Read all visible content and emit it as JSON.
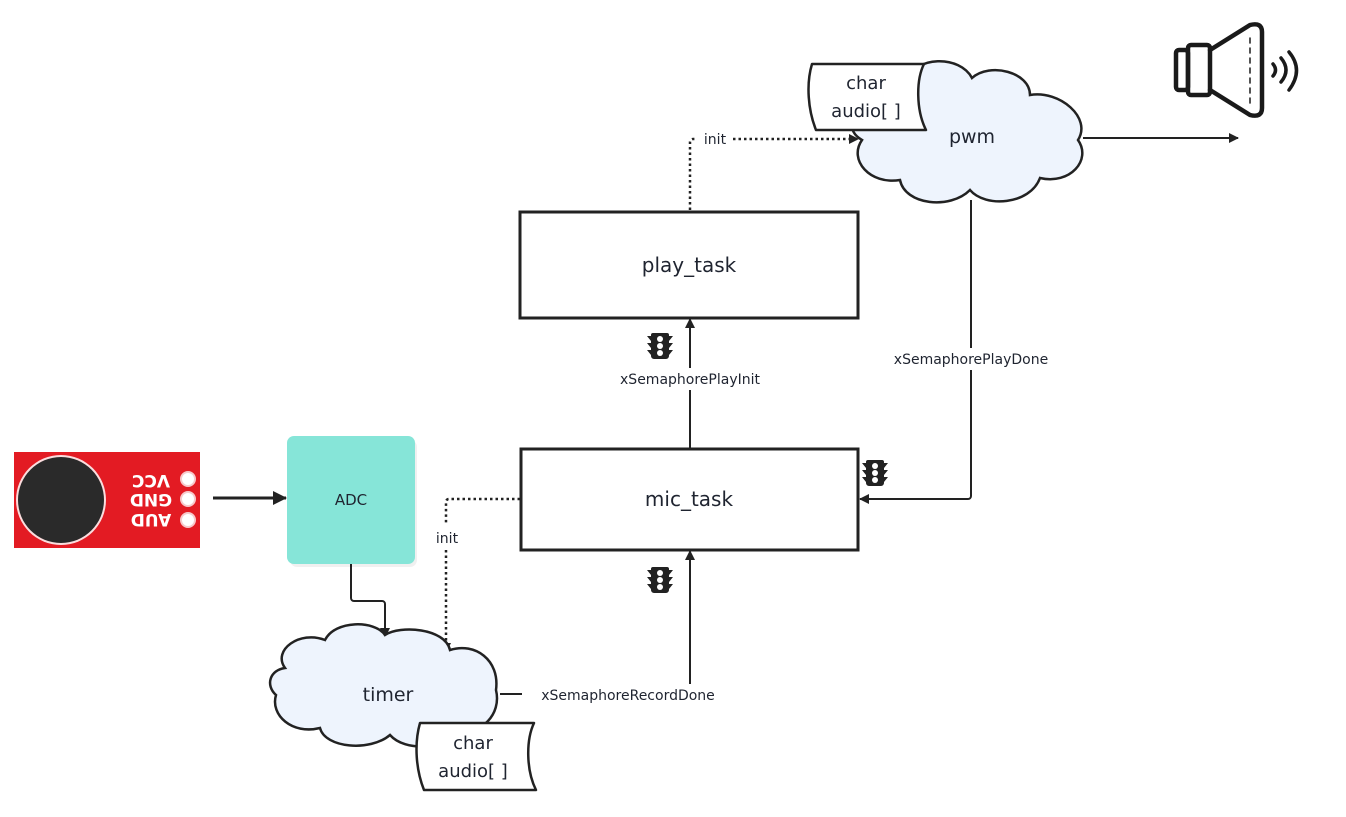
{
  "diagram": {
    "nodes": {
      "play_task": {
        "label": "play_task",
        "shape": "rectangle"
      },
      "mic_task": {
        "label": "mic_task",
        "shape": "rectangle"
      },
      "adc": {
        "label": "ADC",
        "shape": "rounded-square",
        "fill": "#86e5d8"
      },
      "pwm": {
        "label": "pwm",
        "shape": "cloud",
        "fill": "#eef4fd"
      },
      "timer": {
        "label": "timer",
        "shape": "cloud",
        "fill": "#eef4fd"
      },
      "pwm_buffer": {
        "line1": "char",
        "line2": "audio[ ]",
        "shape": "document"
      },
      "timer_buffer": {
        "line1": "char",
        "line2": "audio[ ]",
        "shape": "document"
      },
      "microphone": {
        "semantic": "microphone-breakout-board-icon",
        "pins": [
          "VCC",
          "GND",
          "AUD"
        ],
        "board_color": "#e31b23"
      },
      "speaker": {
        "semantic": "speaker-icon"
      }
    },
    "edges": {
      "play_init_pwm": {
        "label": "init",
        "style": "dotted",
        "from": "play_task",
        "to": "pwm"
      },
      "mic_init_timer": {
        "label": "init",
        "style": "dotted",
        "from": "mic_task",
        "to": "timer"
      },
      "play_init_sem": {
        "label": "xSemaphorePlayInit",
        "style": "solid",
        "from": "mic_task",
        "to": "play_task",
        "icon": "traffic-light-icon"
      },
      "play_done_sem": {
        "label": "xSemaphorePlayDone",
        "style": "solid",
        "from": "pwm",
        "to": "mic_task",
        "icon": "traffic-light-icon"
      },
      "record_done_sem": {
        "label": "xSemaphoreRecordDone",
        "style": "solid",
        "from": "timer",
        "to": "mic_task",
        "icon": "traffic-light-icon"
      },
      "mic_to_adc": {
        "label": "",
        "style": "solid",
        "from": "microphone",
        "to": "adc"
      },
      "adc_to_timer": {
        "label": "",
        "style": "solid",
        "from": "adc",
        "to": "timer"
      },
      "pwm_to_speaker": {
        "label": "",
        "style": "solid",
        "from": "pwm",
        "to": "speaker"
      }
    },
    "colors": {
      "stroke": "#222222",
      "text": "#1f2430",
      "cloud_fill": "#eef4fd",
      "adc_fill": "#86e5d8",
      "board_red": "#e31b23",
      "mic_black": "#2a2a2a"
    }
  }
}
